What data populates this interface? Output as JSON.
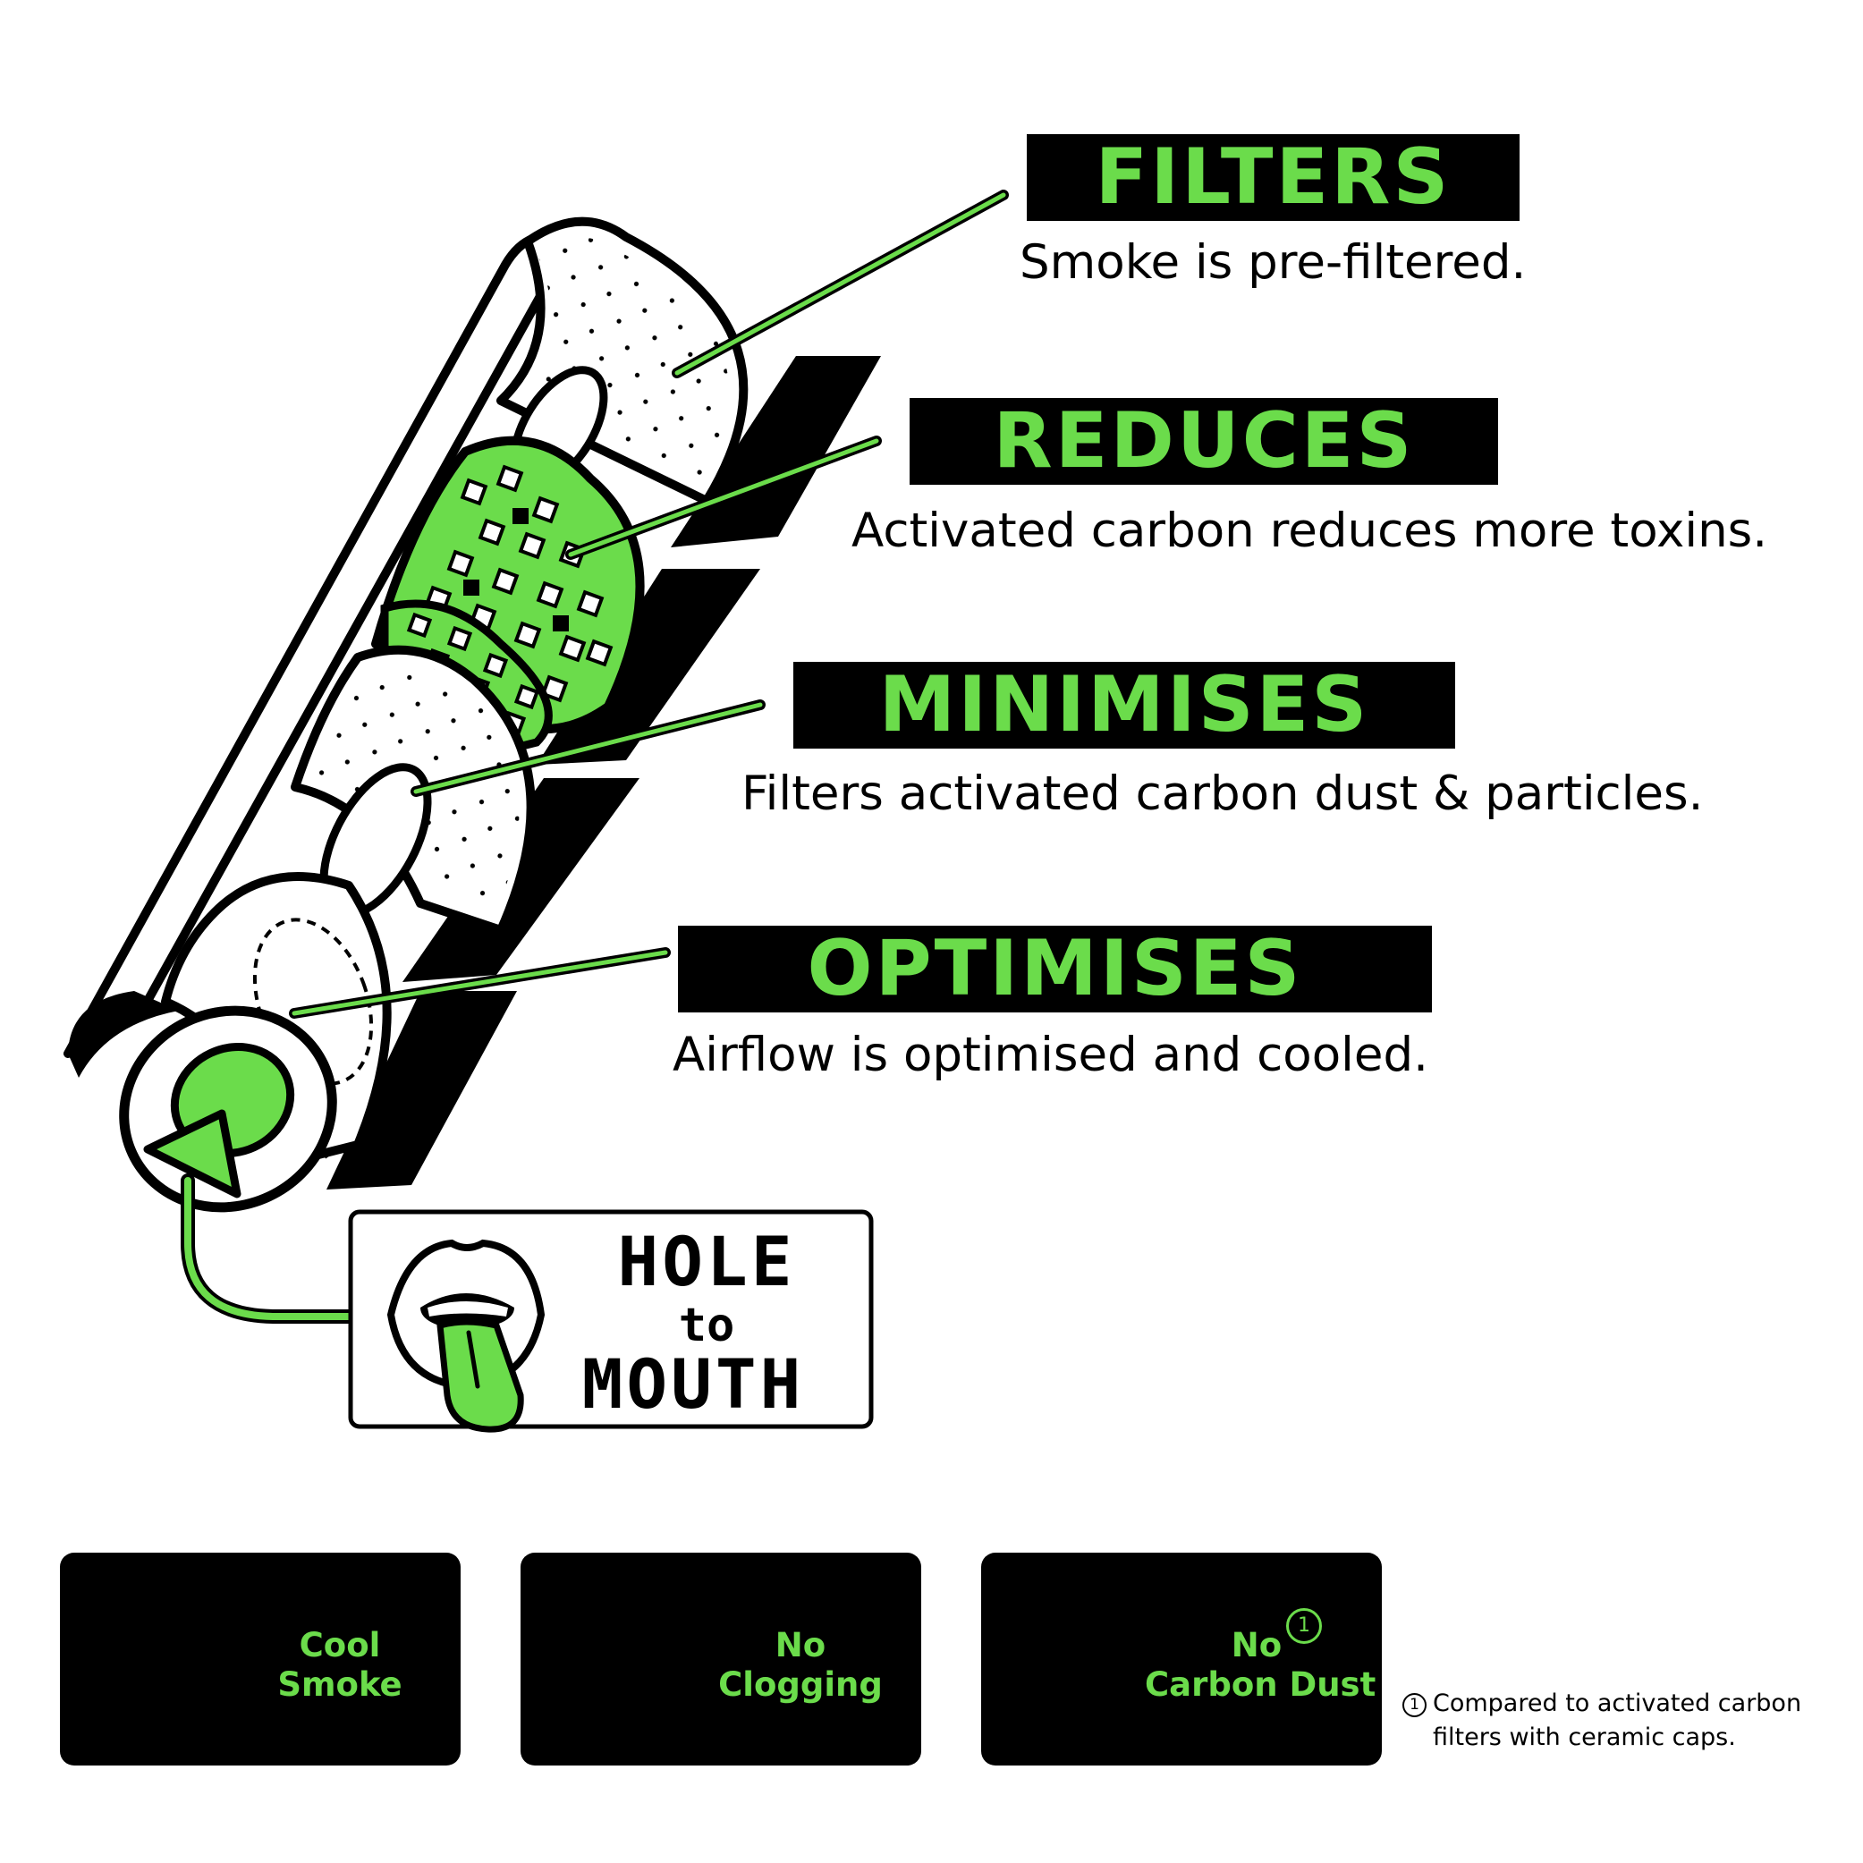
{
  "features": [
    {
      "title": "FILTERS",
      "description": "Smoke is pre-filtered."
    },
    {
      "title": "REDUCES",
      "description": "Activated carbon reduces more toxins."
    },
    {
      "title": "MINIMISES",
      "description": "Filters activated carbon dust & particles."
    },
    {
      "title": "OPTIMISES",
      "description": "Airflow is optimised and cooled."
    }
  ],
  "hole_to_mouth": {
    "line1": "HOLE",
    "line2": "to",
    "line3": "MOUTH"
  },
  "badges": [
    {
      "line1": "Cool",
      "line2": "Smoke",
      "icon": "snowflake-icon"
    },
    {
      "line1": "No",
      "line2": "Clogging",
      "icon": "clogged-filter-icon"
    },
    {
      "line1": "No",
      "line2": "Carbon Dust",
      "icon": "dust-cloud-icon",
      "note_mark": "1"
    }
  ],
  "footnote": {
    "mark": "1",
    "line1": "Compared to activated carbon",
    "line2": "filters with ceramic caps."
  },
  "colors": {
    "accent_green": "#6bdc4b",
    "black": "#000000",
    "white": "#ffffff"
  }
}
